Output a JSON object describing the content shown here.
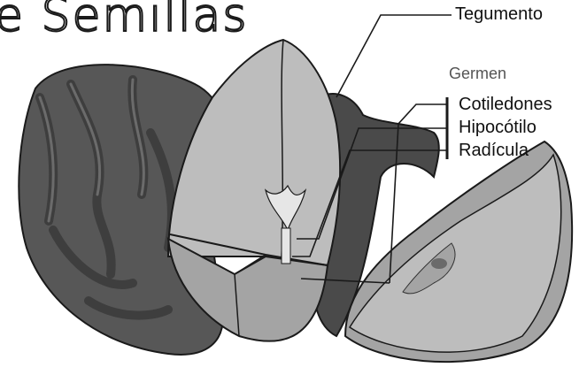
{
  "title": "e Semillas",
  "labels": {
    "tegumento": "Tegumento",
    "germen": "Germen",
    "cotiledones": "Cotiledones",
    "hipocotilo": "Hipocótilo",
    "radicula": "Radícula"
  },
  "colors": {
    "dark_seed": "#575757",
    "dark_lines": "#3e3e3e",
    "light_flesh": "#bdbdbd",
    "mid_flesh": "#a4a4a4",
    "outline": "#1a1a1a"
  }
}
